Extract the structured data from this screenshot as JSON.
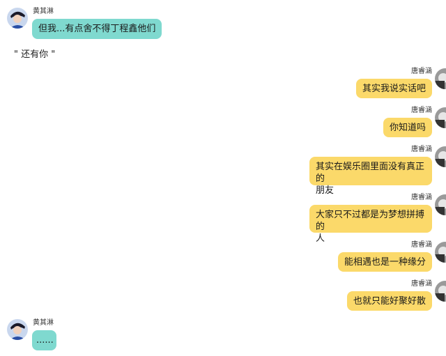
{
  "left_name": "黄其淋",
  "right_name": "唐睿涵",
  "caption": "\" 还有你 \"",
  "messages": {
    "m1": "但我...有点舍不得丁程鑫他们",
    "m2": "其实我说实话吧",
    "m3": "你知道吗",
    "m4a": "其实在娱乐圈里面没有真正的",
    "m4b": "朋友",
    "m5a": "大家只不过都是为梦想拼搏的",
    "m5b": "人",
    "m6": "能相遇也是一种缘分",
    "m7": "也就只能好聚好散",
    "m8": "......"
  },
  "colors": {
    "left_bubble": "#7fd9cf",
    "right_bubble": "#fbd96a"
  }
}
